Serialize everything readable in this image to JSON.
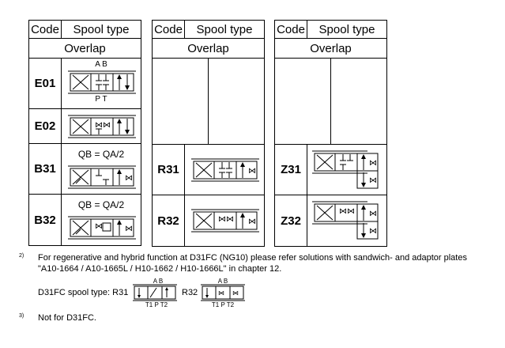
{
  "headers": {
    "code": "Code",
    "spool_type": "Spool type",
    "overlap": "Overlap"
  },
  "table1": [
    {
      "code": "E01",
      "top_label": "A B",
      "bottom_label": "P T"
    },
    {
      "code": "E02"
    },
    {
      "code": "B31",
      "formula": "QB = QA/2"
    },
    {
      "code": "B32",
      "formula": "QB = QA/2"
    }
  ],
  "table2": [
    {
      "code": "R31"
    },
    {
      "code": "R32"
    }
  ],
  "table3": [
    {
      "code": "Z31"
    },
    {
      "code": "Z32"
    }
  ],
  "footnotes": {
    "fn2_mark": "2)",
    "fn2_line1": "For regenerative and hybrid function at D31FC (NG10) please refer solutions with sandwich- and adaptor plates",
    "fn2_line2": "\"A10-1664 / A10-1665L / H10-1662 / H10-1666L\" in chapter 12.",
    "spool_label": "D31FC spool type: R31",
    "spool_r32": "R32",
    "ab_label": "A B",
    "tpt_label": "T1 P T2",
    "fn3_mark": "3)",
    "fn3_text": "Not for D31FC."
  }
}
